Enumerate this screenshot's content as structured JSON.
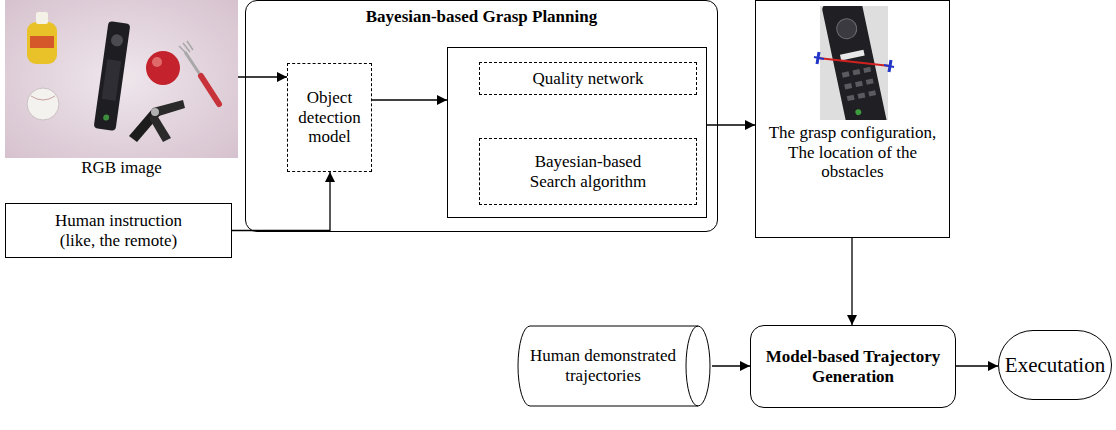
{
  "diagram": {
    "nodes": [
      {
        "text": [
          "RGB image"
        ]
      },
      {
        "text": [
          "Human instruction (like, the remote)"
        ]
      },
      {
        "text": [
          "Bayesian-based Grasp Planning"
        ]
      },
      {
        "text": [
          "Object detection model"
        ],
        "in": 2
      },
      {
        "text": [],
        "in": 2
      },
      {
        "text": [
          "Quality network"
        ],
        "in": 4
      },
      {
        "text": [
          "Bayesian-based Search algorithm"
        ],
        "in": 4
      },
      {
        "text": [
          "The grasp configuration, The location of the obstacles"
        ]
      },
      {
        "text": [
          "Human demonstrated trajectories"
        ]
      },
      {
        "text": [
          "Model-based Trajectory Generation"
        ]
      },
      {
        "text": [
          "Executation"
        ]
      }
    ],
    "edges": [
      {
        "from": 0,
        "to": 3,
        "arrow": "to"
      },
      {
        "from": 1,
        "to": 3,
        "arrow": "to"
      },
      {
        "from": 3,
        "to": 4,
        "arrow": "to"
      },
      {
        "from": 4,
        "to": 7,
        "arrow": "to"
      },
      {
        "from": 7,
        "to": 9,
        "arrow": "to"
      },
      {
        "from": 8,
        "to": 9,
        "arrow": "to"
      },
      {
        "from": 9,
        "to": 10,
        "arrow": "to"
      }
    ]
  }
}
